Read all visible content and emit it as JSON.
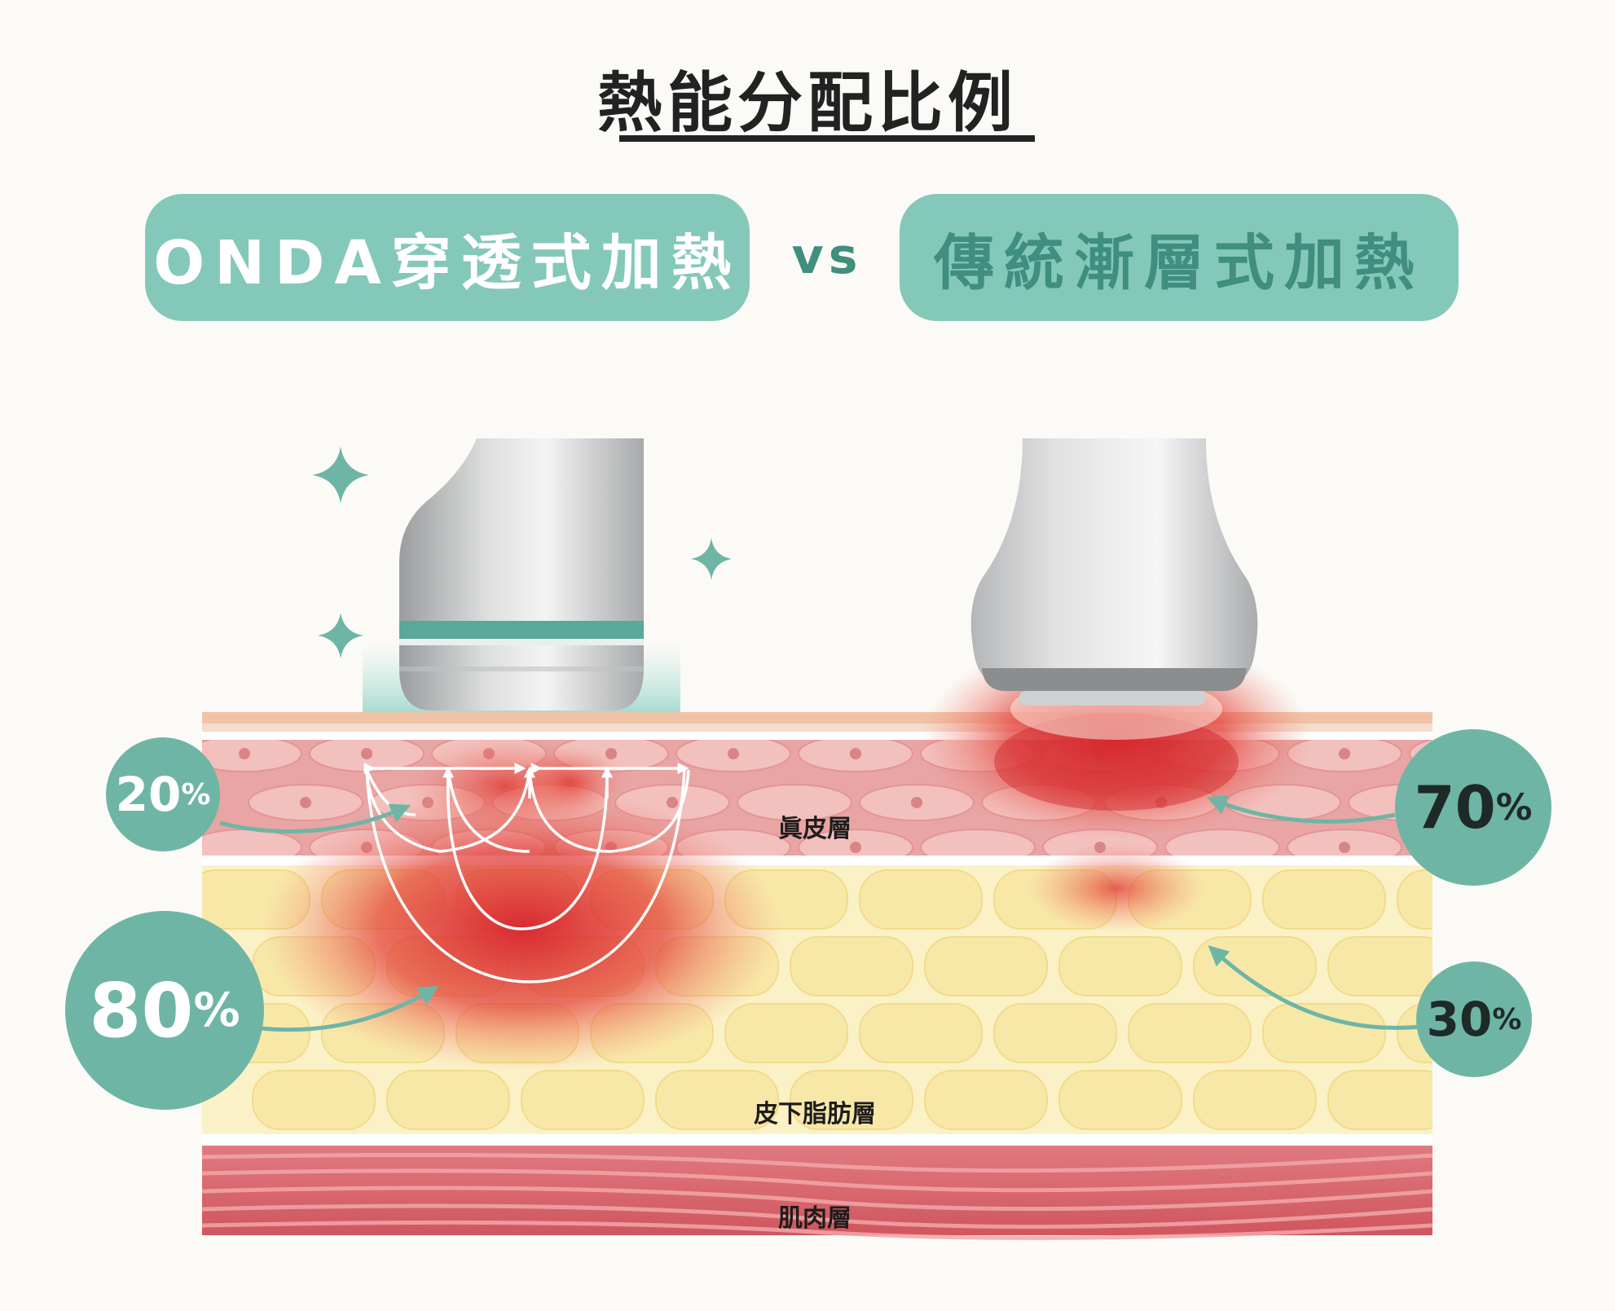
{
  "title": "熱能分配比例",
  "left_method": "ONDA穿透式加熱",
  "versus": "vs",
  "right_method": "傳統漸層式加熱",
  "layers": {
    "dermis": "眞皮層",
    "subcutaneous_fat": "皮下脂肪層",
    "muscle": "肌肉層"
  },
  "onda": {
    "dermis_percent": "20",
    "fat_percent": "80"
  },
  "traditional": {
    "dermis_percent": "70",
    "fat_percent": "30"
  },
  "percent_sign": "%",
  "colors": {
    "teal": "#84c8b9",
    "teal_dark": "#3f8e7e",
    "heat_red": "#e0302a",
    "dermis_pink": "#e8a0a0",
    "fat_yellow": "#f8eeb8",
    "muscle_red": "#d9646a"
  }
}
